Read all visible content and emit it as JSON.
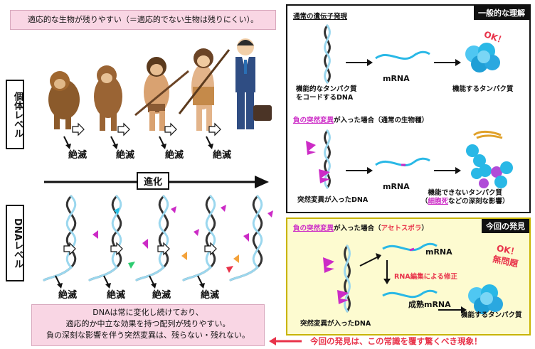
{
  "top_caption": "適応的な生物が残りやすい（＝適応的でない生物は残りにくい）。",
  "labels": {
    "individual_level": "個体レベル",
    "dna_level": "DNAレベル",
    "evolution": "進化",
    "extinction": "絶滅"
  },
  "bottom_caption": {
    "line1": "DNAは常に変化し続けており、",
    "line2": "適応的か中立な効果を持つ配列が残りやすい。",
    "line3": "負の深刻な影響を伴う突然変異は、残らない・残れない。"
  },
  "general_panel": {
    "tag": "一般的な理解",
    "section1_title": "通常の遺伝子発現",
    "dna_label_line1": "機能的なタンパク質",
    "dna_label_line2": "をコードするDNA",
    "mrna": "mRNA",
    "protein_label": "機能するタンパク質",
    "ok": "OK！",
    "section2_title_a": "負の突然変異",
    "section2_title_b": "が入った場合（通常の生物種）",
    "mut_dna": "突然変異が入ったDNA",
    "mrna2": "mRNA",
    "bad_protein_line1": "機能できないタンパク質",
    "bad_protein_line2a": "（",
    "bad_protein_line2b": "細胞死",
    "bad_protein_line2c": "などの深刻な影響）"
  },
  "discovery_panel": {
    "tag": "今回の発見",
    "title_a": "負の突然変異",
    "title_b": "が入った場合（",
    "title_c": "アセトスポラ",
    "title_d": "）",
    "mrna": "mRNA",
    "edit": "RNA編集による修正",
    "mature_mrna": "成熟mRNA",
    "mut_dna": "突然変異が入ったDNA",
    "protein": "機能するタンパク質",
    "ok": "OK！",
    "no_problem": "無問題"
  },
  "conclusion": "今回の発見は、この常識を覆す驚くべき現象！",
  "colors": {
    "pink_bg": "#f9d6e4",
    "yellow_bg": "#fdfbd0",
    "panel_border_yellow": "#c8b400",
    "magenta": "#cc2bc6",
    "red": "#e8334a",
    "cyan": "#29b8e6",
    "protein_blue": "#2aa8e0"
  }
}
